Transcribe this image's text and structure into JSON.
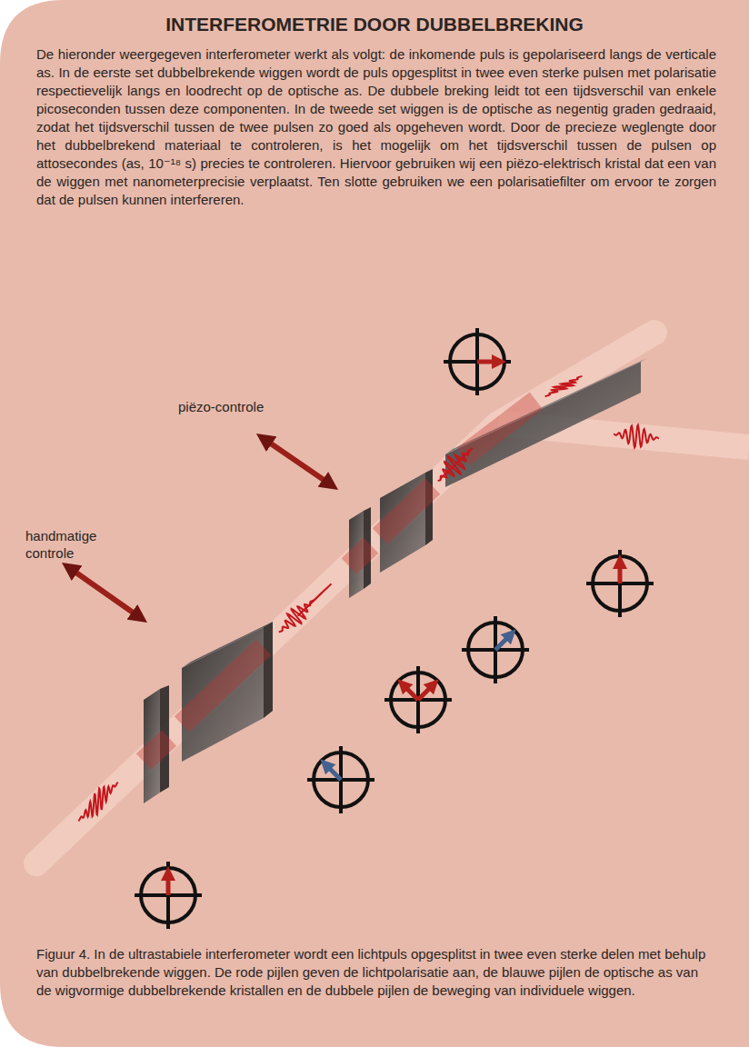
{
  "diagram": {
    "title": "INTERFEROMETRIE DOOR DUBBELBREKING",
    "caption": "Figuur 4. In de ultrastabiele interferometer wordt een lichtpuls opgesplitst in twee even sterke delen met behulp van dubbelbrekende wiggen. De rode pijlen geven de lichtpolarisatie aan, de blauwe pijlen de optische as van de wigvormige dubbelbrekende kristallen en de dubbele pijlen de beweging van individuele wiggen.",
    "labels": [
      "De hieronder weergegeven interferometer werkt als volgt: de inkomende puls is gepolariseerd langs de verticale as. In de eerste set dubbelbrekende wiggen wordt de puls opgesplitst in twee even sterke pulsen met polarisatie respectievelijk langs en loodrecht op de optische as. De dubbele breking leidt tot een tijdsverschil van enkele picoseconden tussen deze componenten. In de tweede set wiggen is de optische as negentig graden gedraaid, zodat het tijdsverschil tussen de twee pulsen zo goed als opgeheven wordt. Door de precieze weglengte door het dubbelbrekend materiaal te controleren, is het mogelijk om het tijdsverschil tussen de pulsen op attosecondes (as, 10⁻¹⁸ s) precies te controleren. Hiervoor gebruiken wij een piëzo-elektrisch kristal dat een van de wiggen met nanometerprecisie verplaatst. Ten slotte gebruiken we een polarisatiefilter om ervoor te zorgen dat de pulsen kunnen interfereren.",
      "piëzo-controle",
      "handmatige controle"
    ]
  }
}
